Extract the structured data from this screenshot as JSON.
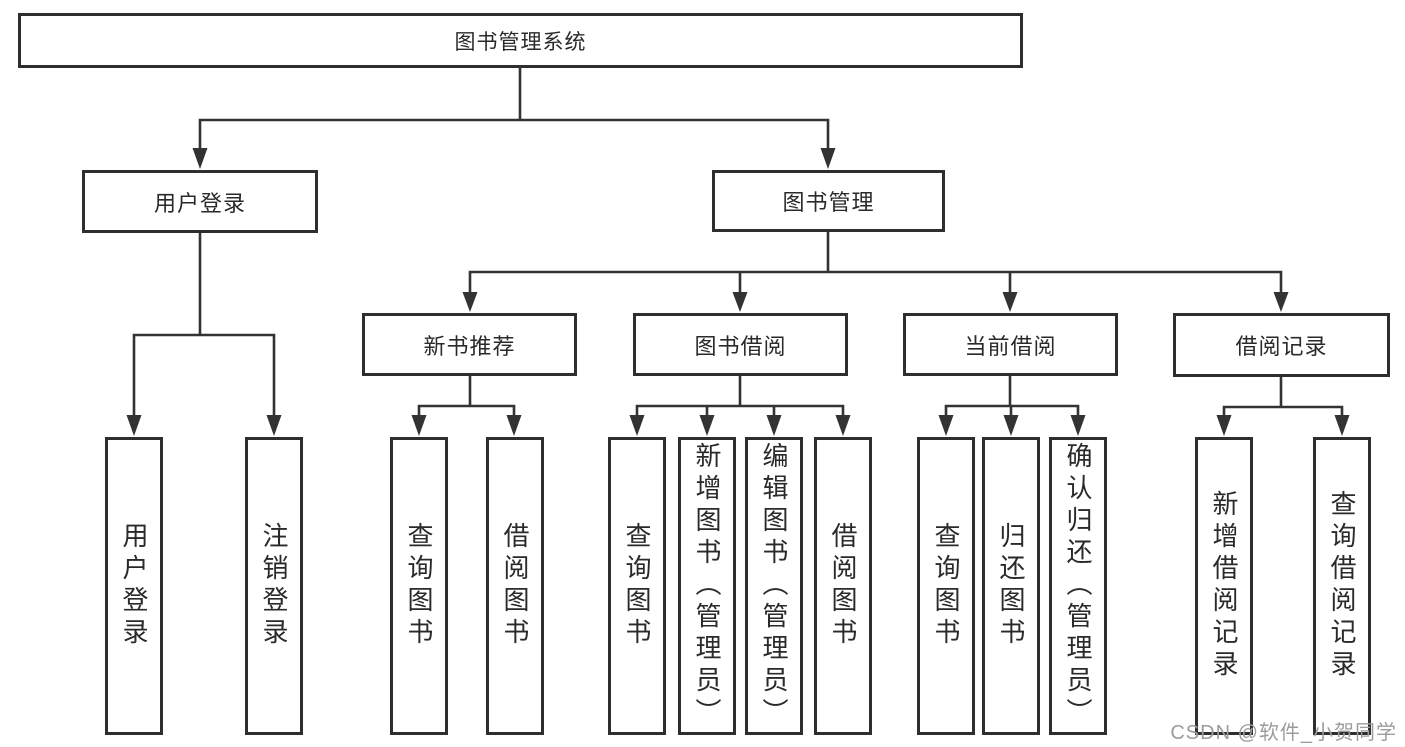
{
  "diagram": {
    "type": "hierarchy-function-structure",
    "title": "图书管理系统",
    "tree": {
      "label": "图书管理系统",
      "children": [
        {
          "label": "用户登录",
          "children": [
            {
              "label": "用户登录"
            },
            {
              "label": "注销登录"
            }
          ]
        },
        {
          "label": "图书管理",
          "children": [
            {
              "label": "新书推荐",
              "children": [
                {
                  "label": "查询图书"
                },
                {
                  "label": "借阅图书"
                }
              ]
            },
            {
              "label": "图书借阅",
              "children": [
                {
                  "label": "查询图书"
                },
                {
                  "label": "新增图书（管理员）"
                },
                {
                  "label": "编辑图书（管理员）"
                },
                {
                  "label": "借阅图书"
                }
              ]
            },
            {
              "label": "当前借阅",
              "children": [
                {
                  "label": "查询图书"
                },
                {
                  "label": "归还图书"
                },
                {
                  "label": "确认归还（管理员）"
                }
              ]
            },
            {
              "label": "借阅记录",
              "children": [
                {
                  "label": "新增借阅记录"
                },
                {
                  "label": "查询借阅记录"
                }
              ]
            }
          ]
        }
      ]
    }
  },
  "nodes": {
    "root": {
      "label": "图书管理系统"
    },
    "user_login": {
      "label": "用户登录"
    },
    "book_mgmt": {
      "label": "图书管理"
    },
    "new_book_rec": {
      "label": "新书推荐"
    },
    "book_borrow": {
      "label": "图书借阅"
    },
    "current_borrow": {
      "label": "当前借阅"
    },
    "borrow_records": {
      "label": "借阅记录"
    },
    "user_login_leaf": {
      "label": "用户登录"
    },
    "logout_leaf": {
      "label": "注销登录"
    },
    "rec_query": {
      "label": "查询图书"
    },
    "rec_borrow": {
      "label": "借阅图书"
    },
    "borrow_query": {
      "label": "查询图书"
    },
    "borrow_add": {
      "label": "新增图书（管理员）"
    },
    "borrow_edit": {
      "label": "编辑图书（管理员）"
    },
    "borrow_leaf": {
      "label": "借阅图书"
    },
    "cur_query": {
      "label": "查询图书"
    },
    "cur_return": {
      "label": "归还图书"
    },
    "cur_confirm": {
      "label": "确认归还（管理员）"
    },
    "records_add": {
      "label": "新增借阅记录"
    },
    "records_query": {
      "label": "查询借阅记录"
    }
  },
  "watermark": {
    "text": "CSDN @软件_小贺同学"
  },
  "colors": {
    "line": "#333333",
    "box_border": "#2e2e2e",
    "text": "#2a2a2a",
    "background": "#ffffff",
    "watermark": "#9c9c9c"
  }
}
